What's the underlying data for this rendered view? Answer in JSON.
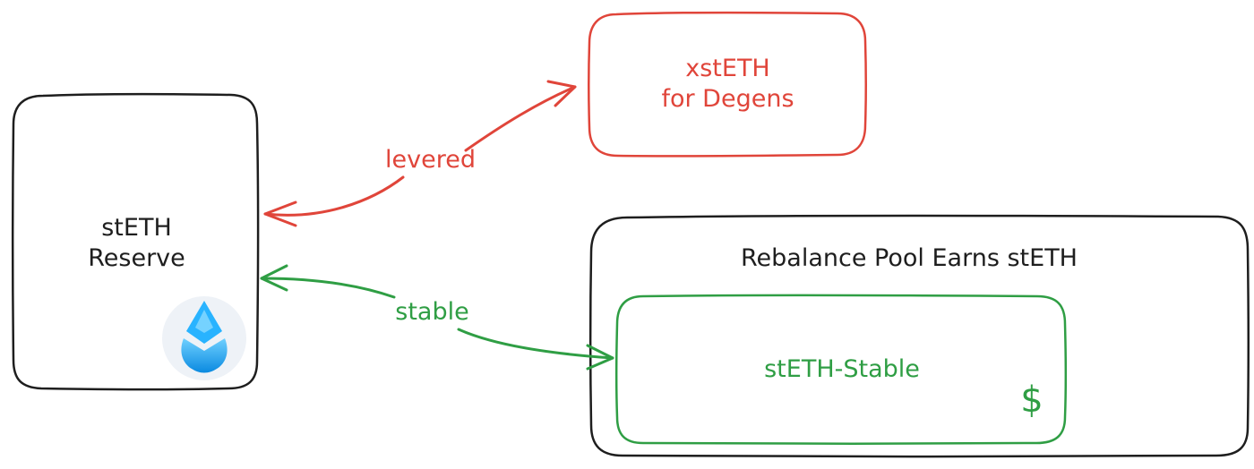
{
  "nodes": {
    "reserve": {
      "line1": "stETH",
      "line2": "Reserve",
      "icon": "lido-drop-icon"
    },
    "xsteth": {
      "line1": "xstETH",
      "line2": "for Degens"
    },
    "pool": {
      "title": "Rebalance Pool Earns stETH"
    },
    "stable": {
      "label": "stETH-Stable",
      "symbol": "$"
    }
  },
  "edges": {
    "levered": {
      "label": "levered"
    },
    "stable": {
      "label": "stable"
    }
  },
  "colors": {
    "ink": "#1e1e1e",
    "red": "#e0453a",
    "green": "#2f9e44",
    "lido_blue": "#00a3ff",
    "icon_bg": "#eef2f7"
  }
}
